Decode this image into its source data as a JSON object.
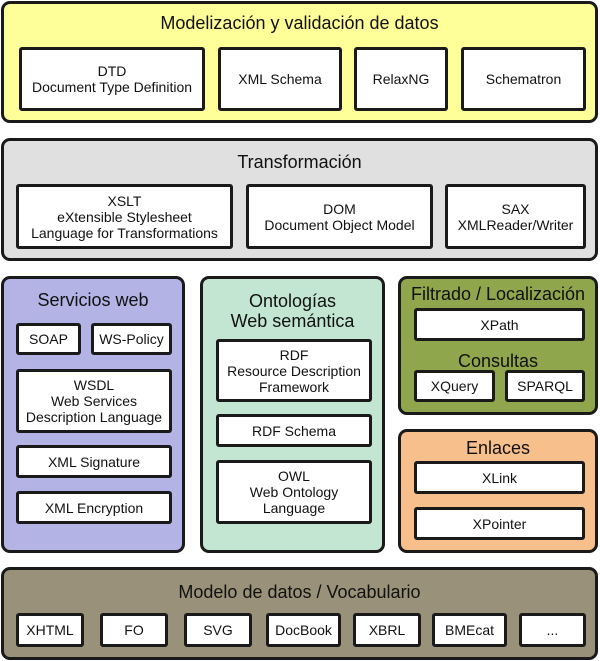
{
  "modelizacion": {
    "title": "Modelización y validación de datos",
    "dtd": [
      "DTD",
      "Document Type Definition"
    ],
    "xml_schema": "XML Schema",
    "relaxng": "RelaxNG",
    "schematron": "Schematron"
  },
  "transformacion": {
    "title": "Transformación",
    "xslt": [
      "XSLT",
      "eXtensible Stylesheet",
      "Language for Transformations"
    ],
    "dom": [
      "DOM",
      "Document Object Model"
    ],
    "sax": [
      "SAX",
      "XMLReader/Writer"
    ]
  },
  "servicios": {
    "title": "Servicios web",
    "soap": "SOAP",
    "ws_policy": "WS-Policy",
    "wsdl": [
      "WSDL",
      "Web Services",
      "Description Language"
    ],
    "xml_signature": "XML Signature",
    "xml_encryption": "XML Encryption"
  },
  "ontologias": {
    "title": [
      "Ontologías",
      "Web semántica"
    ],
    "rdf": [
      "RDF",
      "Resource Description",
      "Framework"
    ],
    "rdf_schema": "RDF Schema",
    "owl": [
      "OWL",
      "Web Ontology",
      "Language"
    ]
  },
  "filtrado": {
    "title": "Filtrado / Localización",
    "xpath": "XPath",
    "consultas_title": "Consultas",
    "xquery": "XQuery",
    "sparql": "SPARQL"
  },
  "enlaces": {
    "title": "Enlaces",
    "xlink": "XLink",
    "xpointer": "XPointer"
  },
  "modelo_datos": {
    "title": "Modelo de datos / Vocabulario",
    "items": [
      "XHTML",
      "FO",
      "SVG",
      "DocBook",
      "XBRL",
      "BMEcat",
      "..."
    ]
  },
  "colors": {
    "modelizacion": "#ffff99",
    "transformacion": "#e0e0e0",
    "servicios": "#b3b3e6",
    "ontologias": "#c2e6d1",
    "filtrado": "#8fa64d",
    "enlaces": "#f7bf8c",
    "modelo_datos": "#999179"
  }
}
